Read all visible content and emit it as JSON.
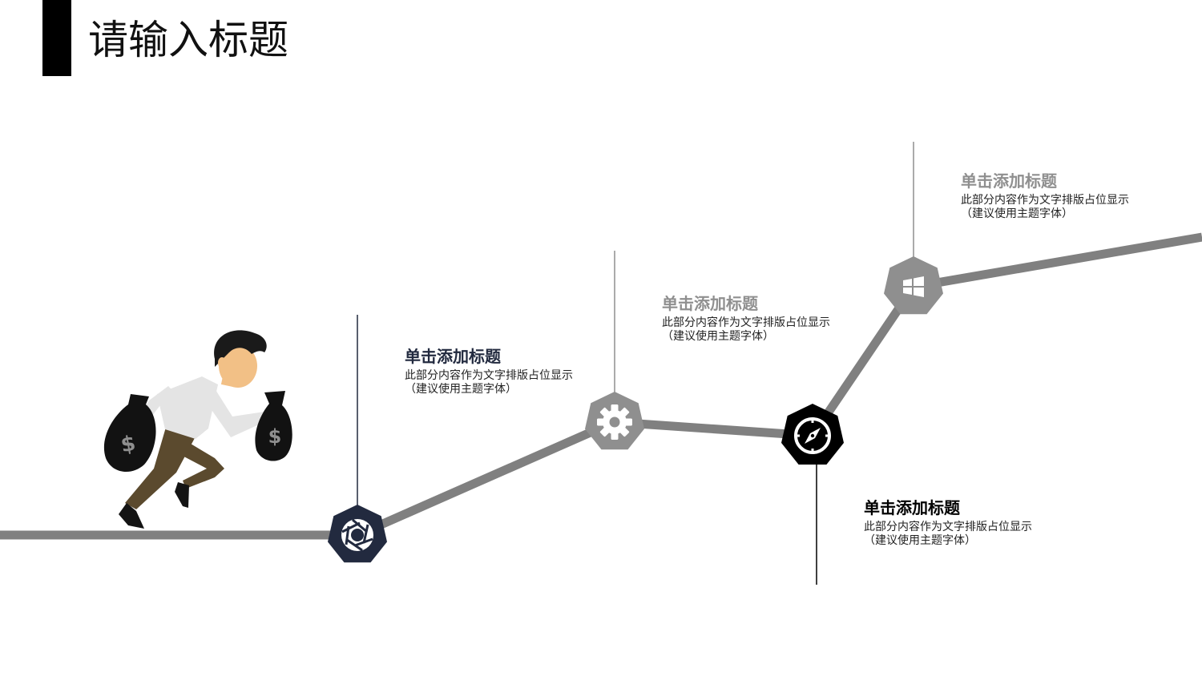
{
  "slide": {
    "title": "请输入标题"
  },
  "colors": {
    "accent_bar": "#000000",
    "path": "#808080",
    "navy": "#222a3f",
    "gray": "#8f8f8f",
    "black": "#000000",
    "heading_gray": "#8f8f8f"
  },
  "steps": [
    {
      "icon": "camera-shutter-icon",
      "heading": "单击添加标题",
      "desc": "此部分内容作为文字排版占位显示",
      "note": "（建议使用主题字体）",
      "heading_color": "#222a3f"
    },
    {
      "icon": "gear-icon",
      "heading": "单击添加标题",
      "desc": "此部分内容作为文字排版占位显示",
      "note": "（建议使用主题字体）",
      "heading_color": "#8f8f8f"
    },
    {
      "icon": "compass-icon",
      "heading": "单击添加标题",
      "desc": "此部分内容作为文字排版占位显示",
      "note": "（建议使用主题字体）",
      "heading_color": "#000000"
    },
    {
      "icon": "windows-logo-icon",
      "heading": "单击添加标题",
      "desc": "此部分内容作为文字排版占位显示",
      "note": "（建议使用主题字体）",
      "heading_color": "#8f8f8f"
    }
  ],
  "illustration": {
    "subject": "businessman-with-money-bags",
    "bag_symbol": "$"
  }
}
